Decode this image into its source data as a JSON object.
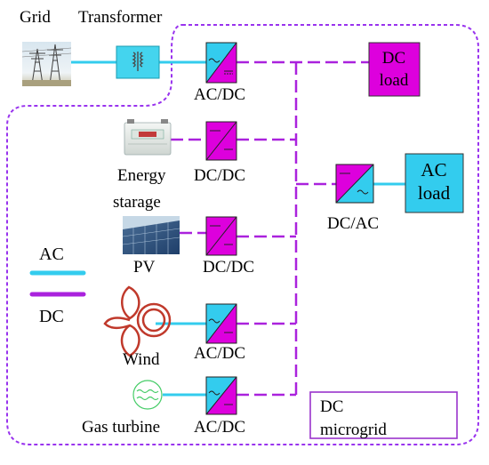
{
  "labels": {
    "grid": "Grid",
    "transformer": "Transformer",
    "converter_grid": "AC/DC",
    "dc_load": [
      "DC",
      "load"
    ],
    "energy_storage": [
      "Energy",
      "starage"
    ],
    "converter_storage": "DC/DC",
    "converter_ac_load": "DC/AC",
    "ac_load": [
      "AC",
      "load"
    ],
    "pv": "PV",
    "converter_pv": "DC/DC",
    "wind": "Wind",
    "converter_wind": "AC/DC",
    "gas_turbine": "Gas turbine",
    "converter_gas": "AC/DC",
    "microgrid": [
      "DC",
      "microgrid"
    ]
  },
  "legend": {
    "ac": "AC",
    "dc": "DC"
  },
  "colors": {
    "ac_line": "#33ccee",
    "dc_line": "#aa22dd",
    "boundary": "#9933ee",
    "converter_magenta": "#dd00dd",
    "converter_cyan": "#33ccee",
    "dc_load_fill": "#dd00dd",
    "ac_load_fill": "#33ccee",
    "transformer_fill": "#44d4ee",
    "microgrid_box": "#9933cc",
    "gas_turbine_icon": "#44cc66"
  },
  "icons": {
    "grid": "transmission-tower-photo-icon",
    "transformer": "transformer-icon",
    "battery": "battery-photo-icon",
    "pv": "solar-panel-photo-icon",
    "wind": "wind-turbine-icon",
    "gas_turbine": "gas-turbine-icon"
  }
}
